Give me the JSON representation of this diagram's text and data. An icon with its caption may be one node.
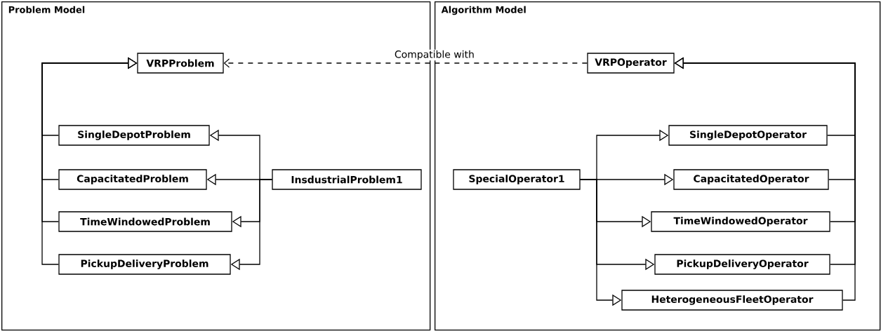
{
  "diagram": {
    "nodes": [
      {
        "text": [
          "Problem Model"
        ]
      },
      {
        "text": [
          "Algorithm Model"
        ]
      },
      {
        "text": [
          "VRPProblem"
        ],
        "in": 0
      },
      {
        "text": [
          "SingleDepotProblem"
        ],
        "in": 0
      },
      {
        "text": [
          "CapacitatedProblem"
        ],
        "in": 0
      },
      {
        "text": [
          "TimeWindowedProblem"
        ],
        "in": 0
      },
      {
        "text": [
          "PickupDeliveryProblem"
        ],
        "in": 0
      },
      {
        "text": [
          "InsdustrialProblem1"
        ],
        "in": 0
      },
      {
        "text": [
          "VRPOperator"
        ],
        "in": 1
      },
      {
        "text": [
          "SpecialOperator1"
        ],
        "in": 1
      },
      {
        "text": [
          "SingleDepotOperator"
        ],
        "in": 1
      },
      {
        "text": [
          "CapacitatedOperator"
        ],
        "in": 1
      },
      {
        "text": [
          "TimeWindowedOperator"
        ],
        "in": 1
      },
      {
        "text": [
          "PickupDeliveryOperator"
        ],
        "in": 1
      },
      {
        "text": [
          "HeterogeneousFleetOperator"
        ],
        "in": 1
      }
    ],
    "edges": [
      {
        "from": 3,
        "to": 2,
        "arrow": "to"
      },
      {
        "from": 4,
        "to": 2,
        "arrow": "to"
      },
      {
        "from": 5,
        "to": 2,
        "arrow": "to"
      },
      {
        "from": 6,
        "to": 2,
        "arrow": "to"
      },
      {
        "from": 7,
        "to": 3,
        "arrow": "to"
      },
      {
        "from": 7,
        "to": 4,
        "arrow": "to"
      },
      {
        "from": 7,
        "to": 5,
        "arrow": "to"
      },
      {
        "from": 7,
        "to": 6,
        "arrow": "to"
      },
      {
        "from": 8,
        "to": 2,
        "arrow": "to",
        "style": "dashed",
        "label": "Compatible with"
      },
      {
        "from": 10,
        "to": 8,
        "arrow": "to"
      },
      {
        "from": 11,
        "to": 8,
        "arrow": "to"
      },
      {
        "from": 12,
        "to": 8,
        "arrow": "to"
      },
      {
        "from": 13,
        "to": 8,
        "arrow": "to"
      },
      {
        "from": 14,
        "to": 8,
        "arrow": "to"
      },
      {
        "from": 9,
        "to": 10,
        "arrow": "to"
      },
      {
        "from": 9,
        "to": 11,
        "arrow": "to"
      },
      {
        "from": 9,
        "to": 12,
        "arrow": "to"
      },
      {
        "from": 9,
        "to": 13,
        "arrow": "to"
      },
      {
        "from": 9,
        "to": 14,
        "arrow": "to"
      }
    ]
  }
}
